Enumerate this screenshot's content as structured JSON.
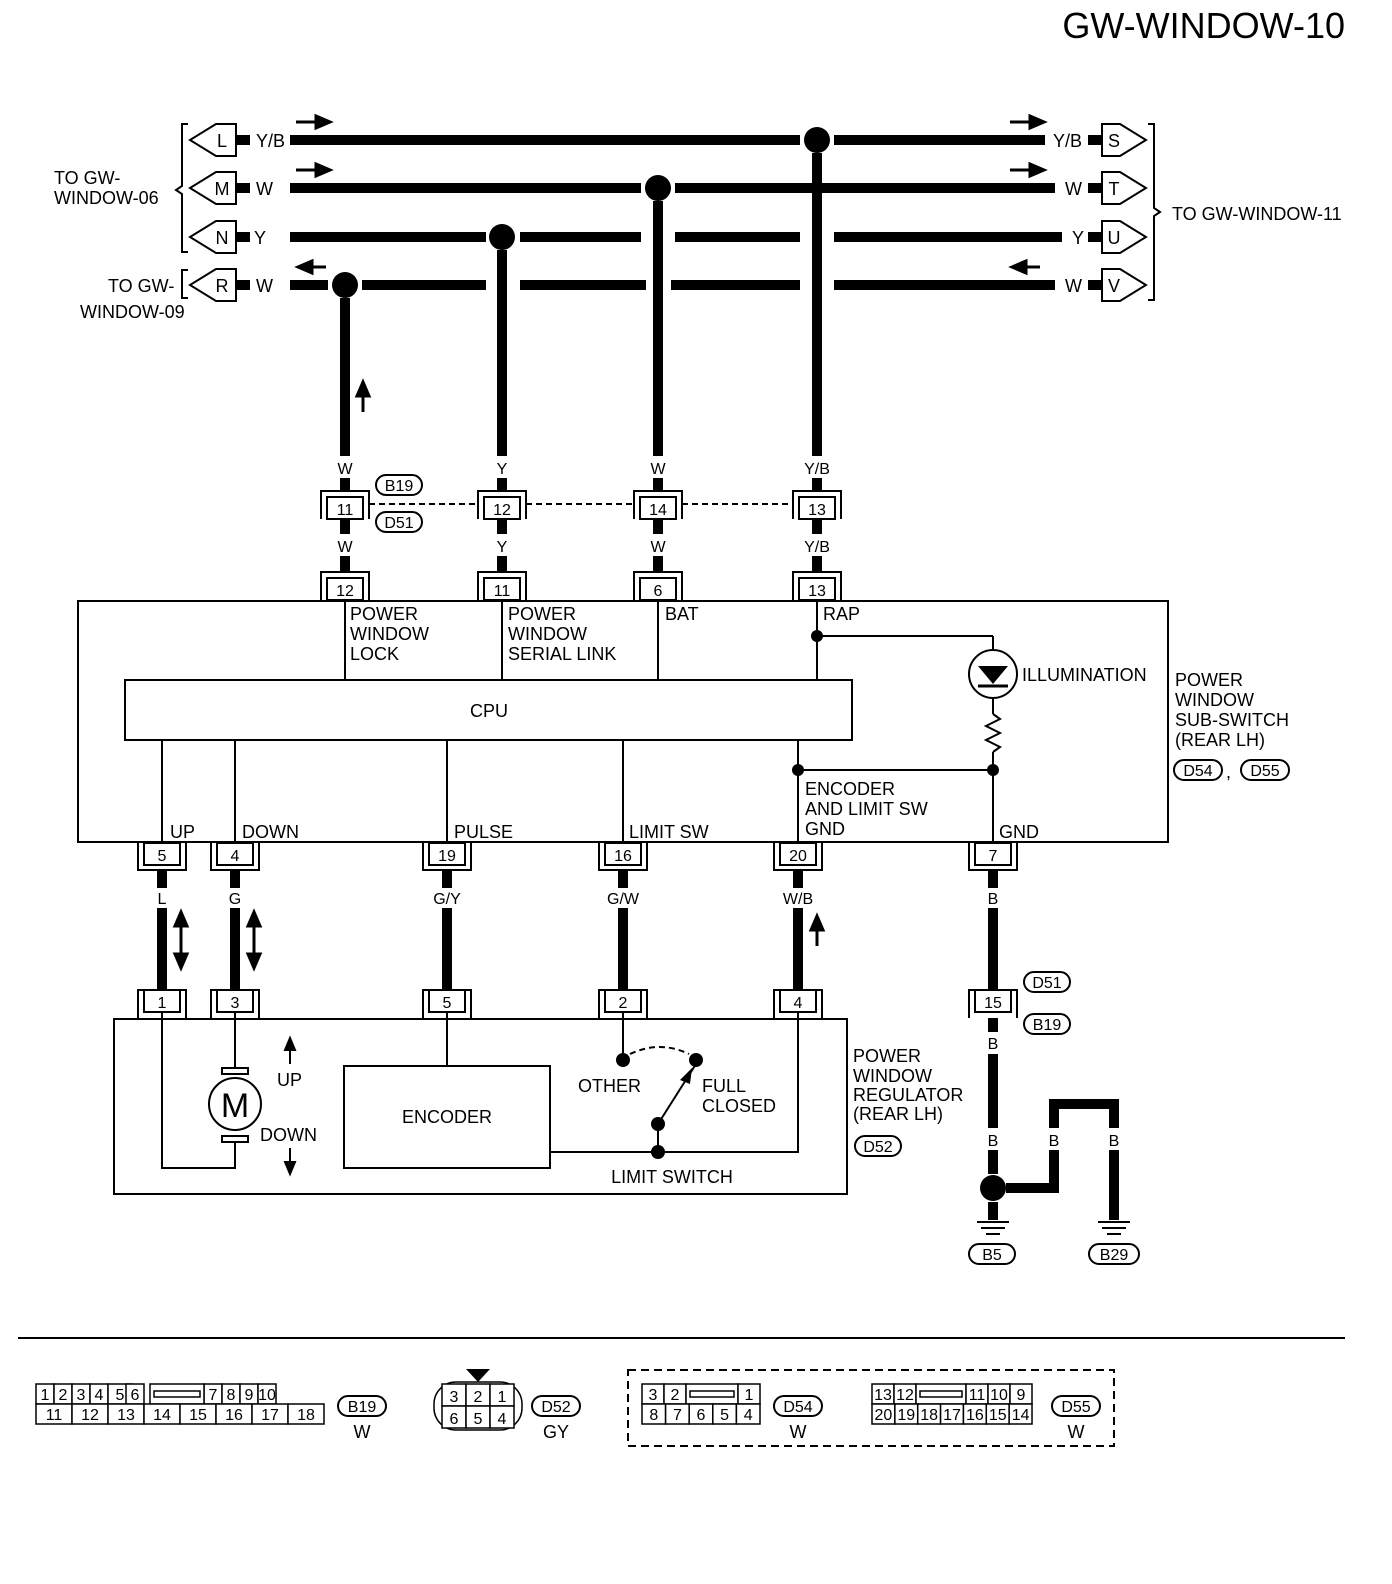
{
  "page_title": "GW-WINDOW-10",
  "offpage": {
    "left_top": [
      "TO GW-",
      "WINDOW-06"
    ],
    "left_bottom": [
      "TO GW-",
      "WINDOW-09"
    ],
    "right": "TO GW-WINDOW-11"
  },
  "bus": [
    {
      "left_flag": "L",
      "right_flag": "S",
      "color": "Y/B"
    },
    {
      "left_flag": "M",
      "right_flag": "T",
      "color": "W"
    },
    {
      "left_flag": "N",
      "right_flag": "U",
      "color": "Y"
    },
    {
      "left_flag": "R",
      "right_flag": "V",
      "color": "W"
    }
  ],
  "drops": [
    {
      "color": "W",
      "b19_pin": "11",
      "sw_pin": "12",
      "signal": [
        "POWER",
        "WINDOW",
        "LOCK"
      ]
    },
    {
      "color": "Y",
      "b19_pin": "12",
      "sw_pin": "11",
      "signal": [
        "POWER",
        "WINDOW",
        "SERIAL LINK"
      ]
    },
    {
      "color": "W",
      "b19_pin": "14",
      "sw_pin": "6",
      "signal": [
        "BAT"
      ]
    },
    {
      "color": "Y/B",
      "b19_pin": "13",
      "sw_pin": "13",
      "signal": [
        "RAP"
      ]
    }
  ],
  "connector_labels": {
    "b19": "B19",
    "d51": "D51",
    "d52": "D52",
    "d54": "D54",
    "d55": "D55",
    "b5": "B5",
    "b29": "B29"
  },
  "subswitch": {
    "cpu": "CPU",
    "illumination": "ILLUMINATION",
    "encoder_gnd": [
      "ENCODER",
      "AND LIMIT SW",
      "GND"
    ],
    "name": [
      "POWER",
      "WINDOW",
      "SUB-SWITCH",
      "(REAR LH)"
    ],
    "outputs": [
      {
        "signal": "UP",
        "pin": "5",
        "color": "L",
        "reg_pin": "1"
      },
      {
        "signal": "DOWN",
        "pin": "4",
        "color": "G",
        "reg_pin": "3"
      },
      {
        "signal": "PULSE",
        "pin": "19",
        "color": "G/Y",
        "reg_pin": "5"
      },
      {
        "signal": "LIMIT SW",
        "pin": "16",
        "color": "G/W",
        "reg_pin": "2"
      },
      {
        "signal": "",
        "pin": "20",
        "color": "W/B",
        "reg_pin": "4"
      },
      {
        "signal": "GND",
        "pin": "7",
        "color": "B"
      }
    ]
  },
  "regulator": {
    "motor": "M",
    "up": "UP",
    "down": "DOWN",
    "encoder": "ENCODER",
    "other": "OTHER",
    "full_closed": [
      "FULL",
      "CLOSED"
    ],
    "limit_switch": "LIMIT SWITCH",
    "name": [
      "POWER",
      "WINDOW",
      "REGULATOR",
      "(REAR LH)"
    ]
  },
  "ground": {
    "joint_pin": "15",
    "wire_color": "B"
  },
  "connector_faces": {
    "b19": {
      "top": [
        "1",
        "2",
        "3",
        "4",
        "5",
        "6",
        "7",
        "8",
        "9",
        "10"
      ],
      "bottom": [
        "11",
        "12",
        "13",
        "14",
        "15",
        "16",
        "17",
        "18"
      ],
      "color": "W"
    },
    "d52": {
      "top": [
        "3",
        "2",
        "1"
      ],
      "bottom": [
        "6",
        "5",
        "4"
      ],
      "color": "GY"
    },
    "d54": {
      "top": [
        "3",
        "2",
        "1"
      ],
      "bottom": [
        "8",
        "7",
        "6",
        "5",
        "4"
      ],
      "color": "W"
    },
    "d55": {
      "top": [
        "13",
        "12",
        "11",
        "10",
        "9"
      ],
      "bottom": [
        "20",
        "19",
        "18",
        "17",
        "16",
        "15",
        "14"
      ],
      "color": "W"
    }
  }
}
